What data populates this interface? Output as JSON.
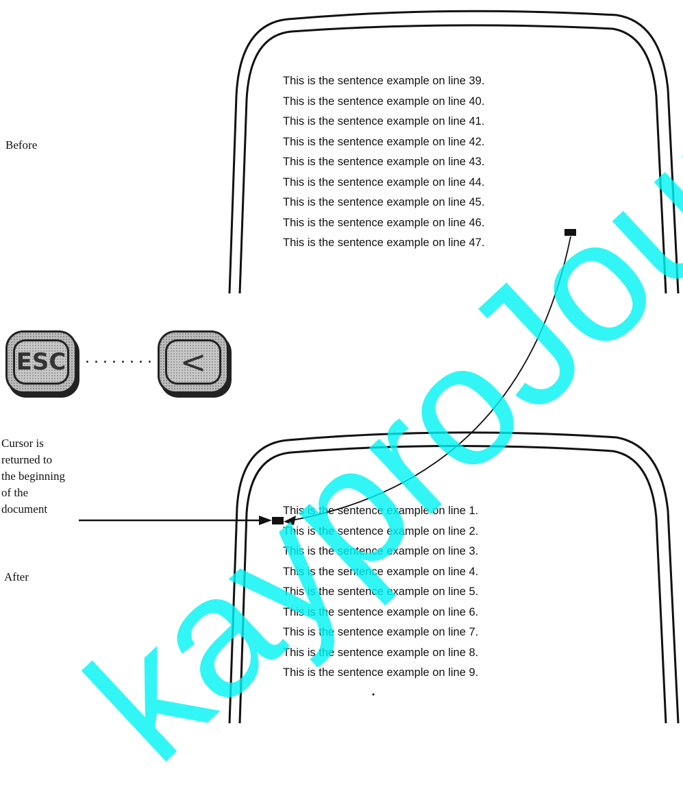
{
  "captions": {
    "before": "Before",
    "cursor_note": [
      "Cursor is",
      "returned to",
      "the beginning",
      "of the",
      "document"
    ],
    "after": "After"
  },
  "before_screen": {
    "lines": [
      "This is the sentence example on line 39.",
      "This is the sentence example on line 40.",
      "This is the sentence example on line 41.",
      "This is the sentence example on line 42.",
      "This is the sentence example on line 43.",
      "This is the sentence example on line 44.",
      "This is the sentence example on line 45.",
      "This is the sentence example on line 46.",
      "This is the sentence example on line 47."
    ]
  },
  "after_screen": {
    "lines": [
      "This is the sentence example on line 1.",
      "This is the sentence example on line 2.",
      "This is the sentence example on line 3.",
      "This is the sentence example on line 4.",
      "This is the sentence example on line 5.",
      "This is the sentence example on line 6.",
      "This is the sentence example on line 7.",
      "This is the sentence example on line 8.",
      "This is the sentence example on line 9."
    ]
  },
  "keys": {
    "first": "ESC",
    "second": "<",
    "separator": "........"
  },
  "icons": {
    "first_key": "esc-key-icon",
    "second_key": "less-than-key-icon",
    "cursor": "cursor-block-icon",
    "arrow": "arrow-icon"
  },
  "watermark": "kayproJournal",
  "colors": {
    "watermark": "#00f5f5",
    "ink": "#111111"
  }
}
